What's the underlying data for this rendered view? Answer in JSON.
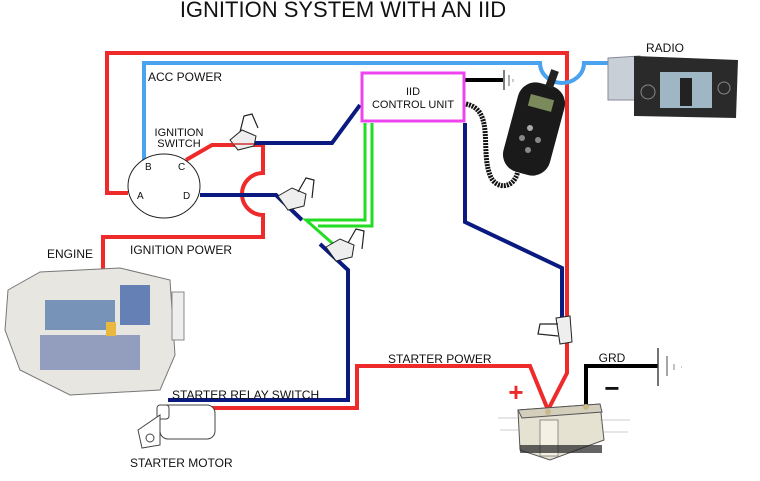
{
  "title": "IGNITION SYSTEM WITH AN IID",
  "labels": {
    "acc_power": "ACC POWER",
    "ignition_switch_line1": "IGNITION",
    "ignition_switch_line2": "SWITCH",
    "iid_line1": "IID",
    "iid_line2": "CONTROL UNIT",
    "radio": "RADIO",
    "engine": "ENGINE",
    "ignition_power": "IGNITION POWER",
    "starter_power": "STARTER POWER",
    "starter_relay_switch": "STARTER RELAY SWITCH",
    "starter_motor": "STARTER MOTOR",
    "grd": "GRD",
    "plus": "+",
    "minus": "−"
  },
  "switch_terminals": {
    "a": "A",
    "b": "B",
    "c": "C",
    "d": "D"
  },
  "wire_colors": {
    "power": "#ee2a2a",
    "acc": "#4aa3ee",
    "control": "#0b1a80",
    "relay": "#22dd22",
    "ground": "#000000",
    "iid_box": "#ee44ee"
  },
  "components": [
    {
      "name": "ignition-switch",
      "label": "IGNITION SWITCH"
    },
    {
      "name": "iid-control-unit",
      "label": "IID CONTROL UNIT"
    },
    {
      "name": "iid-handset",
      "label": ""
    },
    {
      "name": "radio",
      "label": "RADIO"
    },
    {
      "name": "engine",
      "label": "ENGINE"
    },
    {
      "name": "starter-motor",
      "label": "STARTER MOTOR"
    },
    {
      "name": "battery",
      "label": ""
    }
  ]
}
